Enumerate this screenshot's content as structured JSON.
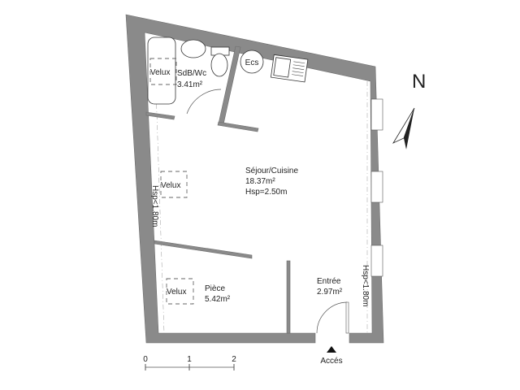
{
  "plan": {
    "rooms": [
      {
        "name": "SdB/Wc",
        "area": "3.41m²"
      },
      {
        "name": "Séjour/Cuisine",
        "area": "18.37m²",
        "height": "Hsp=2.50m"
      },
      {
        "name": "Pièce",
        "area": "5.42m²"
      },
      {
        "name": "Entrée",
        "area": "2.97m²"
      }
    ],
    "velux_label": "Velux",
    "ecs_label": "Ecs",
    "low_height_label": "Hsp<1.80m",
    "access_label": "Accés",
    "north_label": "N",
    "scale": {
      "ticks": [
        "0",
        "1",
        "2"
      ]
    },
    "colors": {
      "wall": "#8a8a8a",
      "background": "#ffffff"
    }
  }
}
